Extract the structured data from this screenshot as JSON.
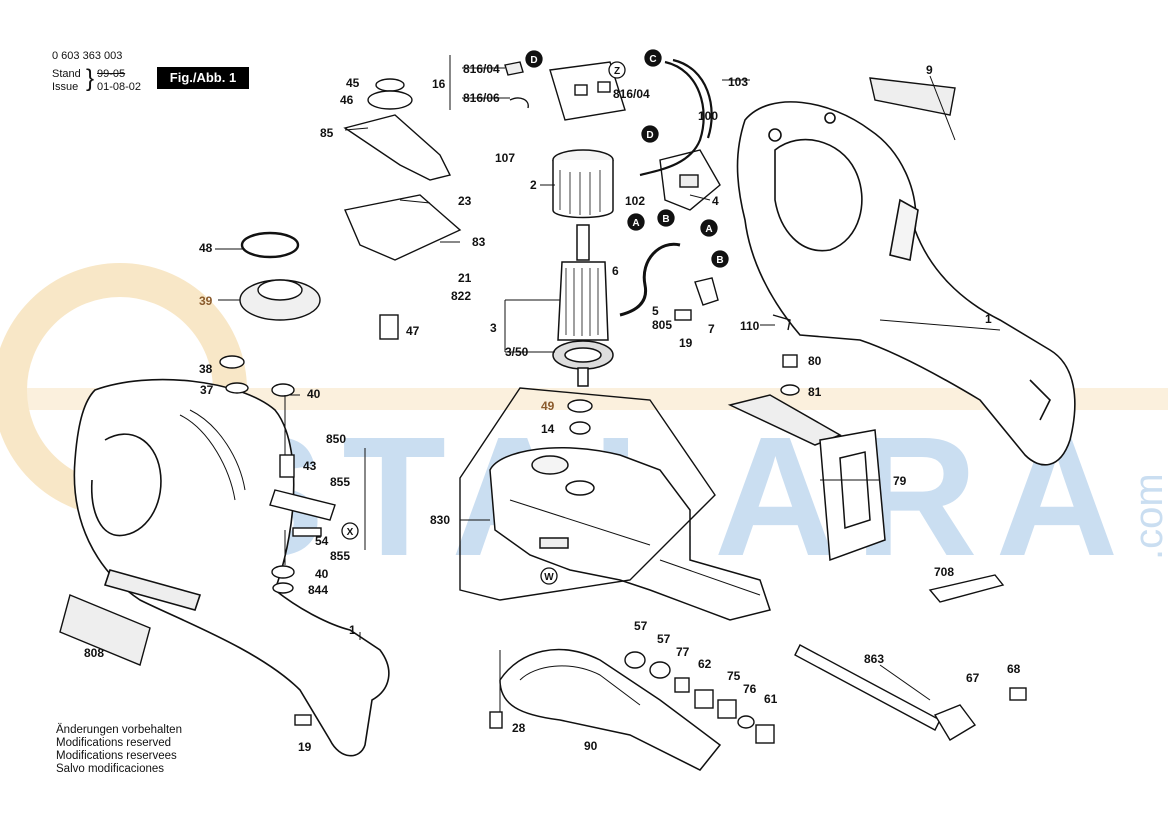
{
  "header": {
    "doc_number": "0 603 363 003",
    "stand_label": "Stand",
    "stand_value_struck": "99-05",
    "issue_label": "Issue",
    "issue_value": "01-08-02",
    "figure_label": "Fig./Abb. 1"
  },
  "notes": [
    "Änderungen vorbehalten",
    "Modifications reserved",
    "Modifications reservees",
    "Salvo modificaciones"
  ],
  "watermark": {
    "text": "USTALARA",
    "suffix": ".com",
    "color_blue": "#9fc3e6",
    "color_orange": "#f3d49a"
  },
  "callouts": [
    "W",
    "D",
    "C",
    "Z",
    "X",
    "A",
    "B"
  ],
  "part_labels": [
    "816/04",
    "16",
    "816/06",
    "107",
    "D",
    "Z",
    "816/04",
    "100",
    "103",
    "9",
    "C",
    "D",
    "2",
    "102",
    "A",
    "B",
    "4",
    "A",
    "B",
    "6",
    "5",
    "805",
    "19",
    "7",
    "3",
    "3/50",
    "110",
    "1",
    "45",
    "46",
    "85",
    "23",
    "83",
    "48",
    "39",
    "21",
    "822",
    "47",
    "38",
    "37",
    "40",
    "49",
    "14",
    "80",
    "81",
    "850",
    "43",
    "855",
    "X",
    "54",
    "855",
    "40",
    "844",
    "830",
    "W",
    "79",
    "708",
    "808",
    "1",
    "19",
    "28",
    "90",
    "57",
    "57",
    "77",
    "62",
    "75",
    "76",
    "61",
    "863",
    "67",
    "68"
  ]
}
